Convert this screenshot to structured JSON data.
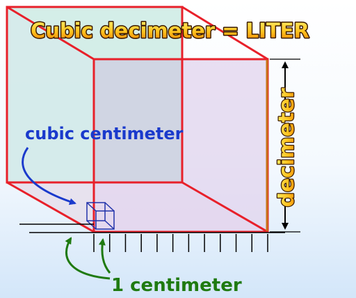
{
  "title": "Cubic decimeter = LITER",
  "labels": {
    "cubic_centimeter": "cubic centimeter",
    "one_centimeter": "1 centimeter",
    "decimeter": "decimeter"
  },
  "ruler": {
    "tick_count": 12
  },
  "colors": {
    "background_top": "#ffffff",
    "background_bottom": "#d6e8fa",
    "cube_edges": "#e8202a",
    "back_face": "#cdebe4",
    "front_face": "#e6d6ee",
    "small_cube": "#2233aa",
    "title_fill_top": "#ffe34a",
    "title_fill_bottom": "#f08a00",
    "blue_label": "#1a3acc",
    "green_label": "#1f7a10",
    "dimension_line": "#b86a10"
  }
}
